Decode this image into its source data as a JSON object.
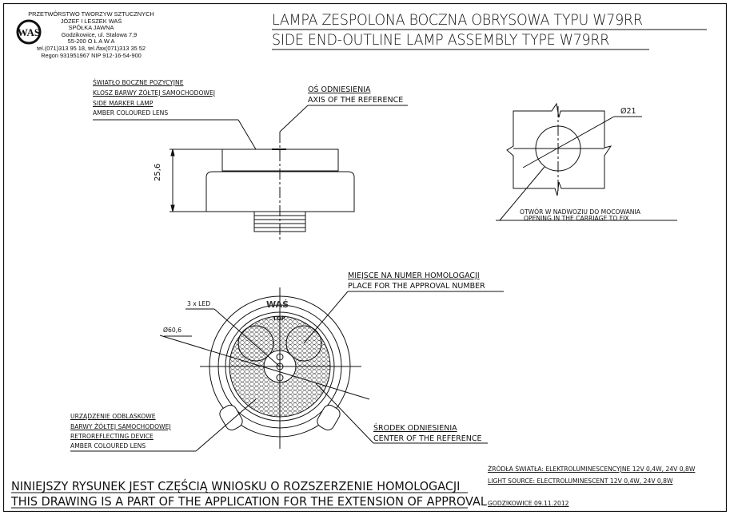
{
  "company": {
    "logo_text": "WAS",
    "lines": [
      "PRZETWÓRSTWO TWORZYW SZTUCZNYCH",
      "JÓZEF I LESZEK WAŚ",
      "SPÓŁKA JAWNA",
      "Godzikowice, ul. Stalowa 7,9",
      "55-200   O Ł A W A",
      "tel.(071)313 95 18, tel./fax(071)313 35 52",
      "Regon 931951967 NIP 912-16-54-900"
    ]
  },
  "title": {
    "pl": "LAMPA ZESPOLONA BOCZNA OBRYSOWA TYPU W79RR",
    "en": "SIDE END-OUTLINE LAMP ASSEMBLY TYPE W79RR"
  },
  "side_view": {
    "lamp_labels": [
      "ŚWIATŁO BOCZNE POZYCYJNE",
      "KLOSZ BARWY ŻÓŁTEJ SAMOCHODOWEJ",
      "SIDE MARKER LAMP",
      "AMBER COLOURED LENS"
    ],
    "axis_labels": [
      "OŚ ODNIESIENIA",
      "AXIS OF THE REFERENCE"
    ],
    "height_dim": "25,6"
  },
  "mounting": {
    "diameter": "Ø21",
    "labels": [
      "OTWÓR W NADWOZIU DO MOCOWANIA",
      "OPENING IN THE CARRIAGE TO FIX"
    ]
  },
  "front_view": {
    "approval_labels": [
      "MIEJSCE NA NUMER HOMOLOGACJI",
      "PLACE FOR THE APPROVAL NUMBER"
    ],
    "led_label": "3 x LED",
    "diameter": "Ø60,6",
    "brand": "WAŚ",
    "top_mark": "TOP",
    "retro_labels": [
      "URZĄDZENIE ODBLASKOWE",
      "BARWY ŻÓŁTEJ SAMOCHODOWEJ",
      "RETROREFLECTING DEVICE",
      "AMBER COLOURED LENS"
    ],
    "center_labels": [
      "ŚRODEK ODNIESIENIA",
      "CENTER OF THE REFERENCE"
    ]
  },
  "footer": {
    "statement_pl": "NINIEJSZY RYSUNEK JEST CZĘŚCIĄ WNIOSKU O  ROZSZERZENIE HOMOLOGACJI",
    "statement_en": "THIS DRAWING IS A PART OF THE APPLICATION FOR THE EXTENSION OF APPROVAL",
    "source_pl": "ŹRÓDŁA ŚWIATŁA: ELEKTROLUMINESCENCYJNE  12V  0,4W, 24V  0,8W",
    "source_en": "LIGHT SOURCE: ELECTROLUMINESCENT  12V  0,4W, 24V  0,8W",
    "place_date": "GODZIKOWICE   09.11.2012"
  }
}
